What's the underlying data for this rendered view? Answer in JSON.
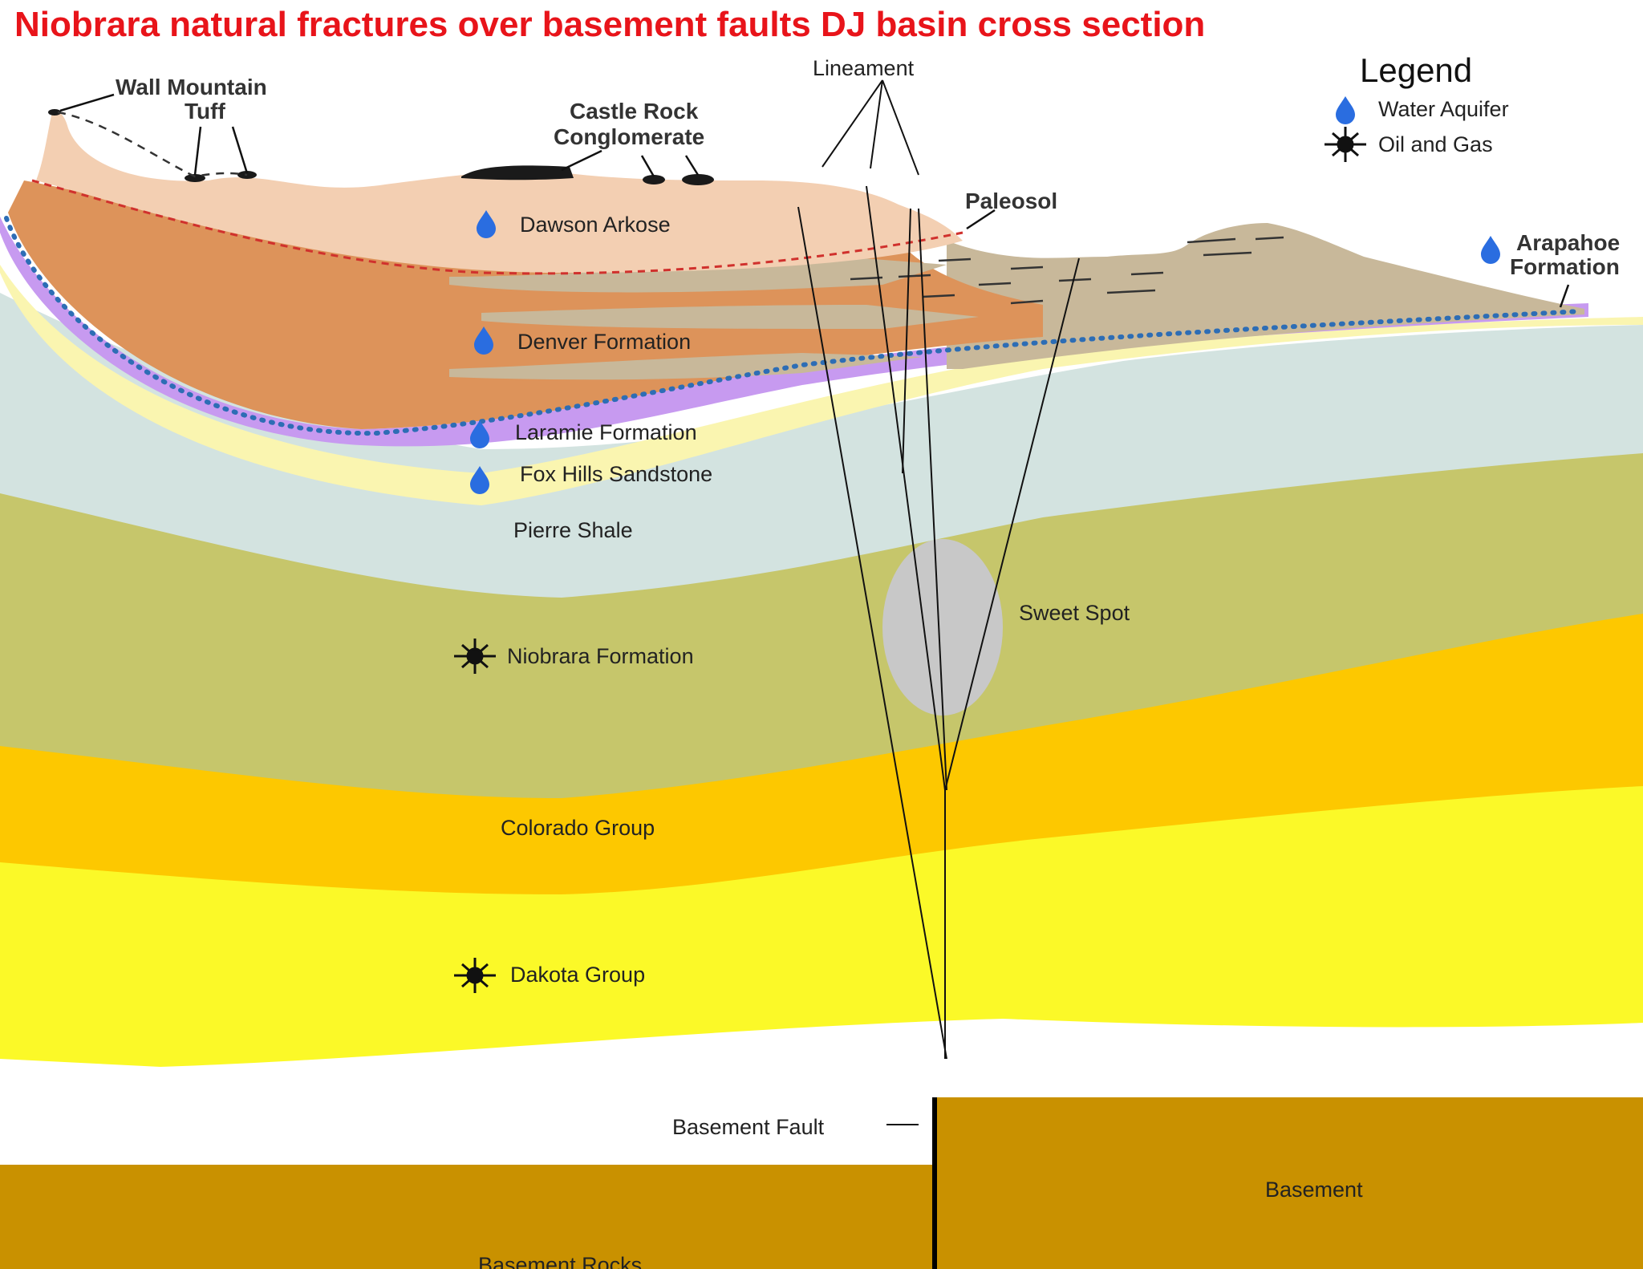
{
  "title": "Niobrara natural fractures over basement faults DJ basin cross section",
  "legend": {
    "title": "Legend",
    "items": [
      {
        "icon": "water-drop-icon",
        "label": "Water Aquifer"
      },
      {
        "icon": "oil-gas-icon",
        "label": "Oil and Gas"
      }
    ]
  },
  "labels": {
    "wall_mountain_tuff": [
      "Wall Mountain",
      "Tuff"
    ],
    "castle_rock": [
      "Castle Rock",
      "Conglomerate"
    ],
    "lineament": "Lineament",
    "paleosol": "Paleosol",
    "arapahoe": [
      "Arapahoe",
      "Formation"
    ],
    "sweet_spot": "Sweet Spot",
    "basement_fault": "Basement Fault",
    "basement": "Basement",
    "basement_rocks": "Basement Rocks"
  },
  "formations": {
    "dawson": "Dawson Arkose",
    "denver": "Denver Formation",
    "laramie": "Laramie Formation",
    "fox_hills": "Fox Hills Sandstone",
    "pierre": "Pierre Shale",
    "niobrara": "Niobrara Formation",
    "colorado": "Colorado Group",
    "dakota": "Dakota Group"
  },
  "colors": {
    "title": "#e8141a",
    "dawson": "#f3cfb2",
    "denver": "#dd935a",
    "arapahoe": "#c8b89a",
    "laramie": "#c79af0",
    "fox_hills": "#faf5b0",
    "pierre": "#d3e3e0",
    "niobrara": "#c6c66b",
    "colorado": "#fdc800",
    "dakota": "#fbf928",
    "basement": "#c99100",
    "sweet_spot": "#c8c8c8",
    "aquifer": "#2a6de0"
  }
}
